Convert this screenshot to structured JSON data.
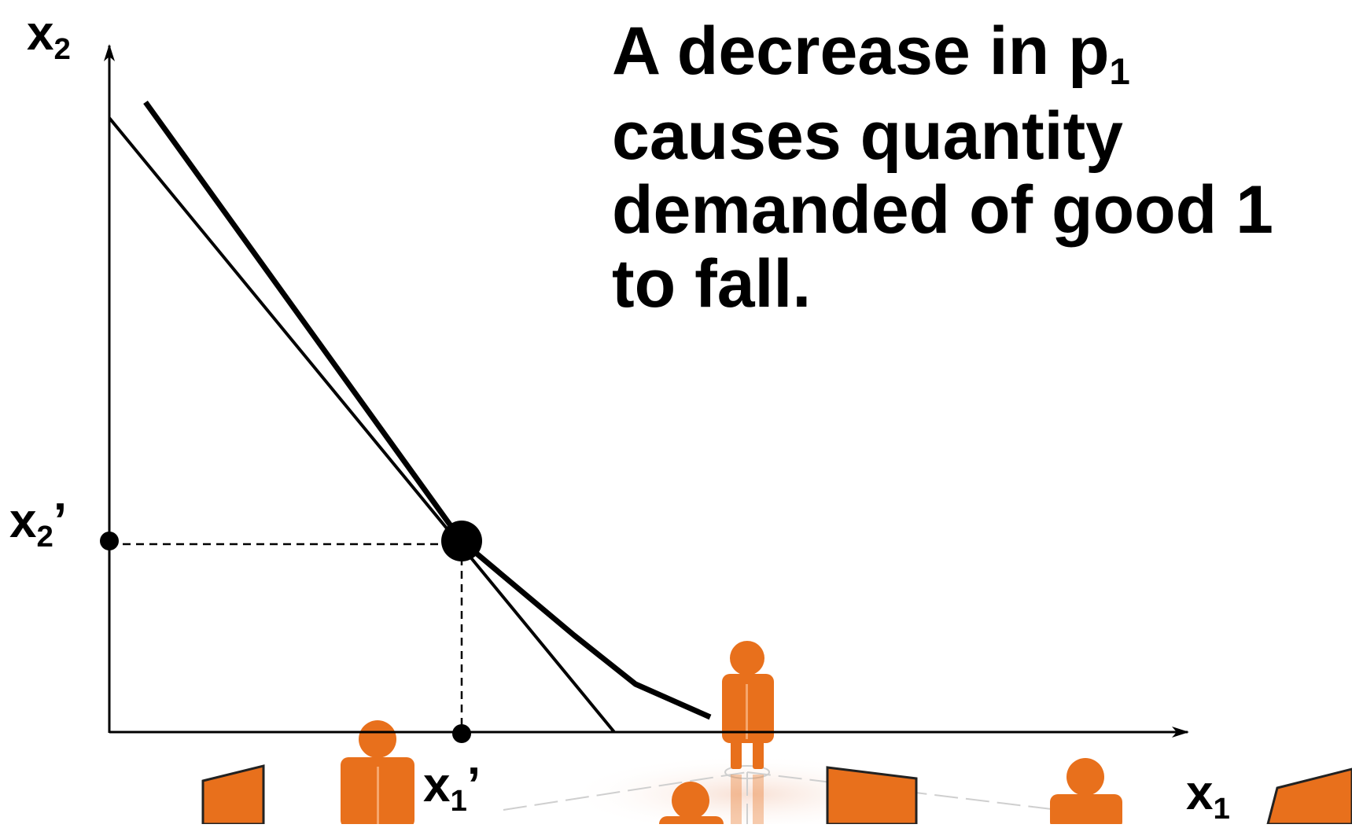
{
  "title": {
    "before": "A decrease in p",
    "subscript": "1",
    "after": " causes quantity demanded of good 1 to fall."
  },
  "axes": {
    "x_label": {
      "base": "x",
      "sub": "1"
    },
    "y_label": {
      "base": "x",
      "sub": "2"
    }
  },
  "markers": {
    "x1_prime": {
      "base": "x",
      "sub": "1",
      "suffix": "’"
    },
    "x2_prime": {
      "base": "x",
      "sub": "2",
      "suffix": "’"
    }
  },
  "colors": {
    "ink": "#000000",
    "figure": "#e8701c",
    "figure_dark": "#c85a10",
    "floor_line": "#c8c8c8"
  },
  "background_graphic": "orange people figures standing on a network floor"
}
